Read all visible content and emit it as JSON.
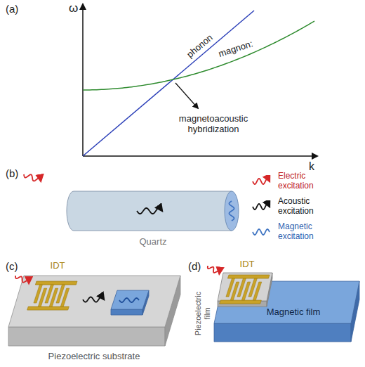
{
  "diagram": {
    "labels": [
      "(a)",
      "ω",
      "k",
      "phonon",
      "magnon:",
      "magnetoacoustic hybridization",
      "(b)",
      "Quartz",
      "(c)",
      "IDT",
      "Piezoelectric substrate",
      "(d)",
      "IDT",
      "Piezoelectric film",
      "Magnetic film"
    ],
    "legend": [
      {
        "text": "Electric excitation"
      },
      {
        "text": "Acoustic excitation"
      },
      {
        "text": "Magnetic excitation"
      }
    ]
  }
}
